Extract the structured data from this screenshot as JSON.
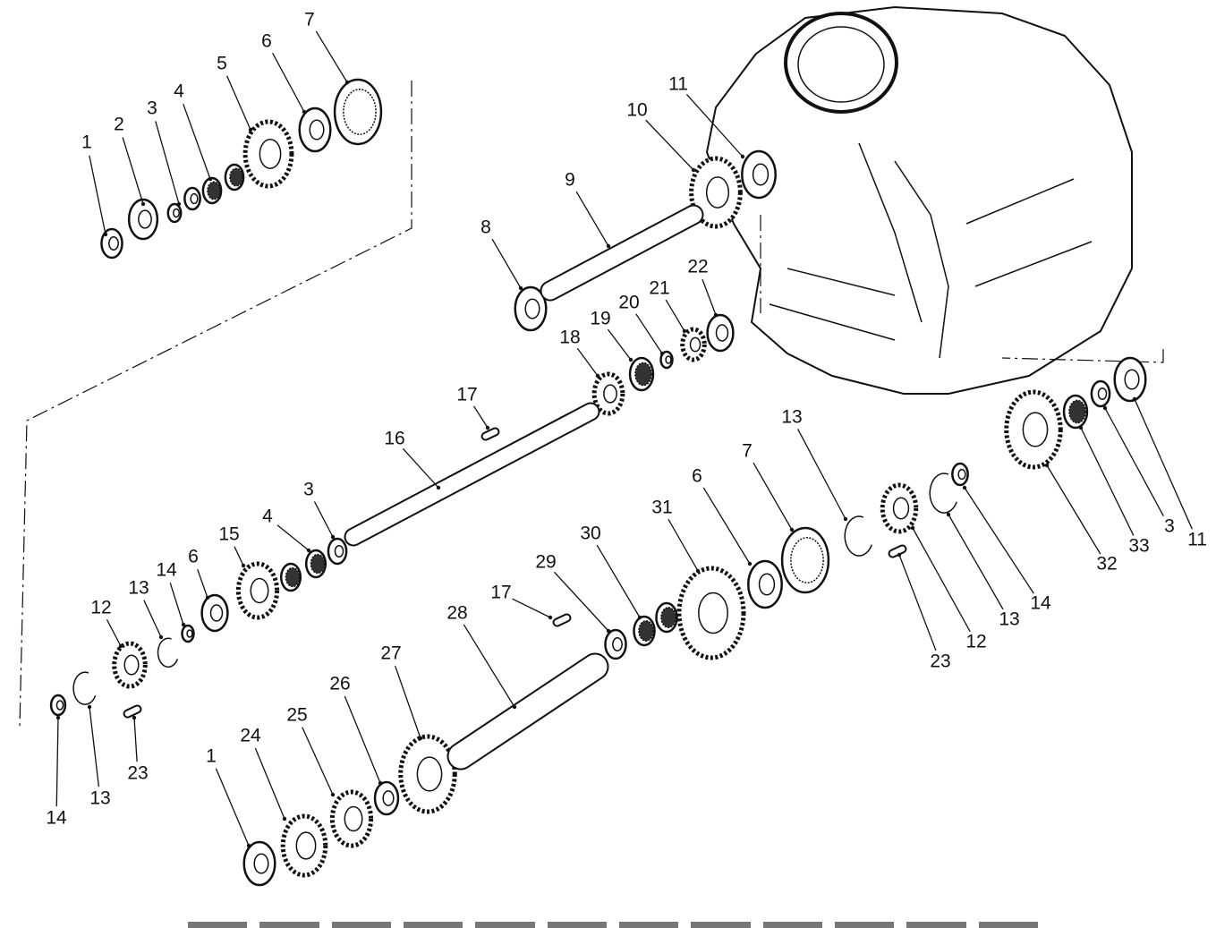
{
  "diagram": {
    "type": "exploded-parts-diagram",
    "callouts": [
      "1",
      "2",
      "3",
      "4",
      "5",
      "6",
      "7",
      "11",
      "10",
      "9",
      "8",
      "22",
      "21",
      "20",
      "19",
      "18",
      "17",
      "16",
      "3",
      "4",
      "15",
      "6",
      "14",
      "13",
      "12",
      "14",
      "13",
      "23",
      "1",
      "24",
      "25",
      "26",
      "27",
      "28",
      "17",
      "29",
      "30",
      "31",
      "6",
      "7",
      "13",
      "23",
      "12",
      "13",
      "14",
      "32",
      "33",
      "3",
      "11"
    ],
    "line_color": "#111111",
    "caption_legible": false
  }
}
